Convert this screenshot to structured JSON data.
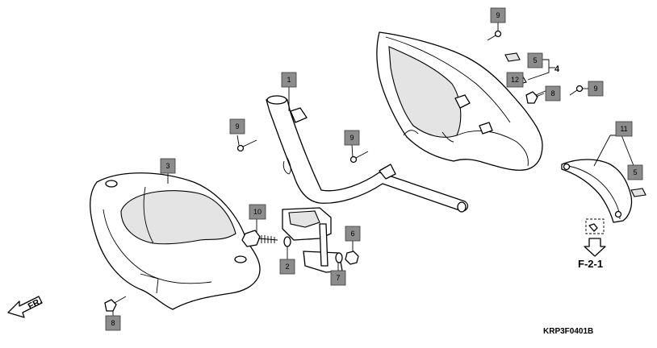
{
  "callouts": {
    "c1": "1",
    "c2": "2",
    "c3": "3",
    "c5a": "5",
    "c5b": "5",
    "c6": "6",
    "c7": "7",
    "c8a": "8",
    "c8b": "8",
    "c9a": "9",
    "c9b": "9",
    "c9c": "9",
    "c9d": "9",
    "c10": "10",
    "c11": "11",
    "c12": "12"
  },
  "group_label": "4",
  "reference": "F-2-1",
  "front_marker": "FR.",
  "diagram_code": "KRP3F0401B"
}
